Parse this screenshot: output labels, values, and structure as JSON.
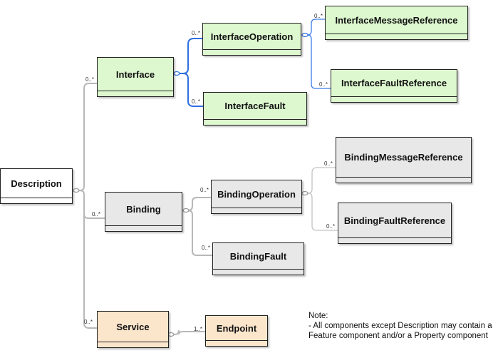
{
  "colors": {
    "interface_fill": "#ddf8cf",
    "binding_fill": "#e8e8e8",
    "service_fill": "#fbe6cc",
    "blue_connector": "#2f6fe0",
    "grey_connector": "#b8b8b8"
  },
  "nodes": {
    "description": "Description",
    "interface": "Interface",
    "interface_operation": "InterfaceOperation",
    "interface_message_reference": "InterfaceMessageReference",
    "interface_fault_reference": "InterfaceFaultReference",
    "interface_fault": "InterfaceFault",
    "binding": "Binding",
    "binding_operation": "BindingOperation",
    "binding_message_reference": "BindingMessageReference",
    "binding_fault_reference": "BindingFaultReference",
    "binding_fault": "BindingFault",
    "service": "Service",
    "endpoint": "Endpoint"
  },
  "multiplicities": {
    "interface": "0..*",
    "binding": "0..*",
    "service": "0..*",
    "interface_operation": "0..*",
    "interface_fault": "0..*",
    "interface_message_reference": "0..*",
    "interface_fault_reference": "0..*",
    "binding_operation": "0..*",
    "binding_fault": "0..*",
    "binding_message_reference": "0..*",
    "binding_fault_reference": "0..*",
    "endpoint": "1..*"
  },
  "note": {
    "heading": "Note:",
    "line1": "- All components except Description may contain a",
    "line2": "Feature component and/or a Property component"
  }
}
